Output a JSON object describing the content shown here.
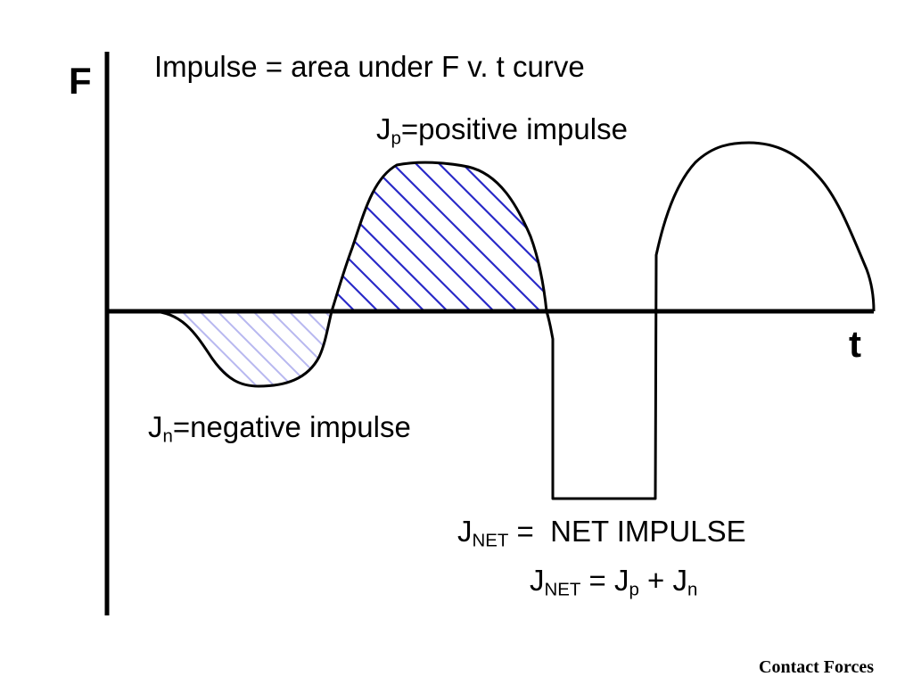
{
  "axes": {
    "y_label": "F",
    "x_label": "t"
  },
  "title": "Impulse = area under F v. t curve",
  "positive_label": {
    "symbol": "J",
    "sub": "p",
    "text": "=positive impulse"
  },
  "negative_label": {
    "symbol": "J",
    "sub": "n",
    "text": "=negative impulse"
  },
  "net_line1": {
    "symbol": "J",
    "sub": "NET",
    "text": " =  NET IMPULSE"
  },
  "net_line2": {
    "symbol": "J",
    "sub": "NET",
    "eq1": " = J",
    "sub_p": "p",
    "plus": " + J",
    "sub_n": "n"
  },
  "footer": "Contact Forces",
  "colors": {
    "positive_hatch": "#2a2ac8",
    "negative_hatch": "#b8b8f0",
    "curve": "#000000"
  }
}
